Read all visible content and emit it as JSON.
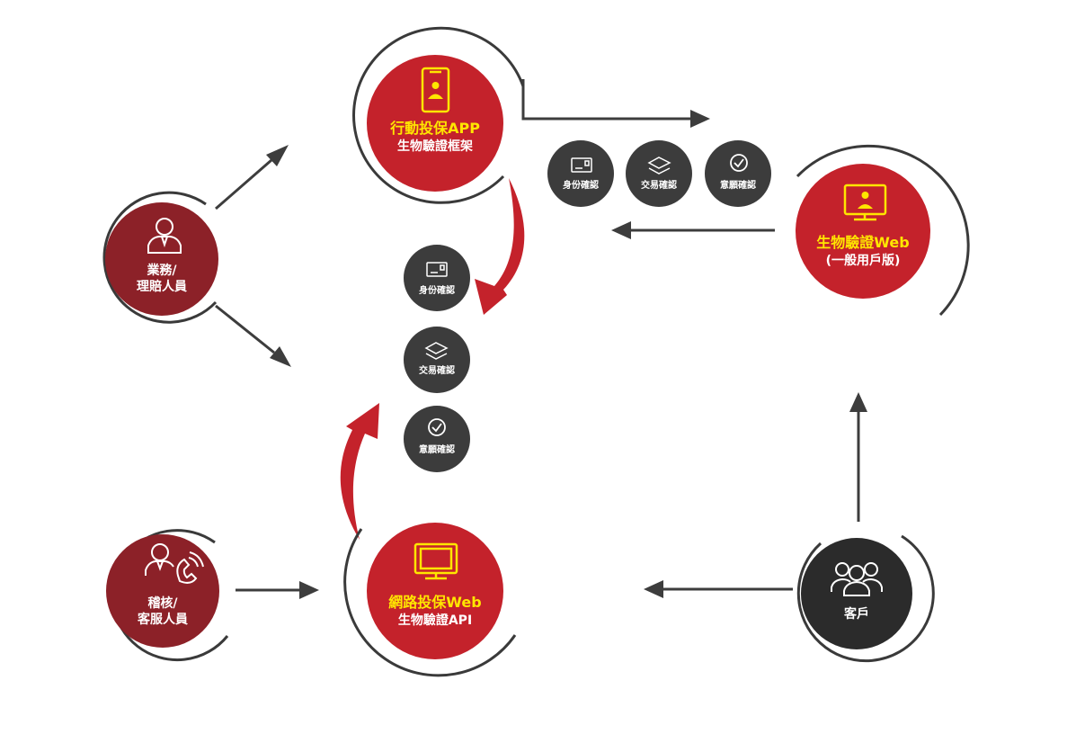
{
  "nodes": {
    "app": {
      "title": "行動投保APP",
      "subtitle": "生物驗證框架"
    },
    "bioweb": {
      "title": "生物驗證Web",
      "subtitle": "(一般用戶版)"
    },
    "netweb": {
      "title": "網路投保Web",
      "subtitle": "生物驗證API"
    },
    "agent": {
      "line1": "業務/",
      "line2": "理賠人員"
    },
    "audit": {
      "line1": "稽核/",
      "line2": "客服人員"
    },
    "customer": {
      "label": "客戶"
    }
  },
  "checks_top": [
    {
      "label": "身份確認",
      "icon": "id-card-icon"
    },
    {
      "label": "交易確認",
      "icon": "handshake-icon"
    },
    {
      "label": "意願確認",
      "icon": "check-circle-icon"
    }
  ],
  "checks_center": [
    {
      "label": "身份確認",
      "icon": "id-card-icon"
    },
    {
      "label": "交易確認",
      "icon": "handshake-icon"
    },
    {
      "label": "意願確認",
      "icon": "check-circle-icon"
    }
  ],
  "colors": {
    "red": "#c4222b",
    "dark_red": "#8c2128",
    "chip": "#3c3c3c",
    "customer": "#2b2b2b",
    "arrow": "#3d3d3d",
    "ring": "#3a3a3a",
    "accent": "#ffe600"
  }
}
